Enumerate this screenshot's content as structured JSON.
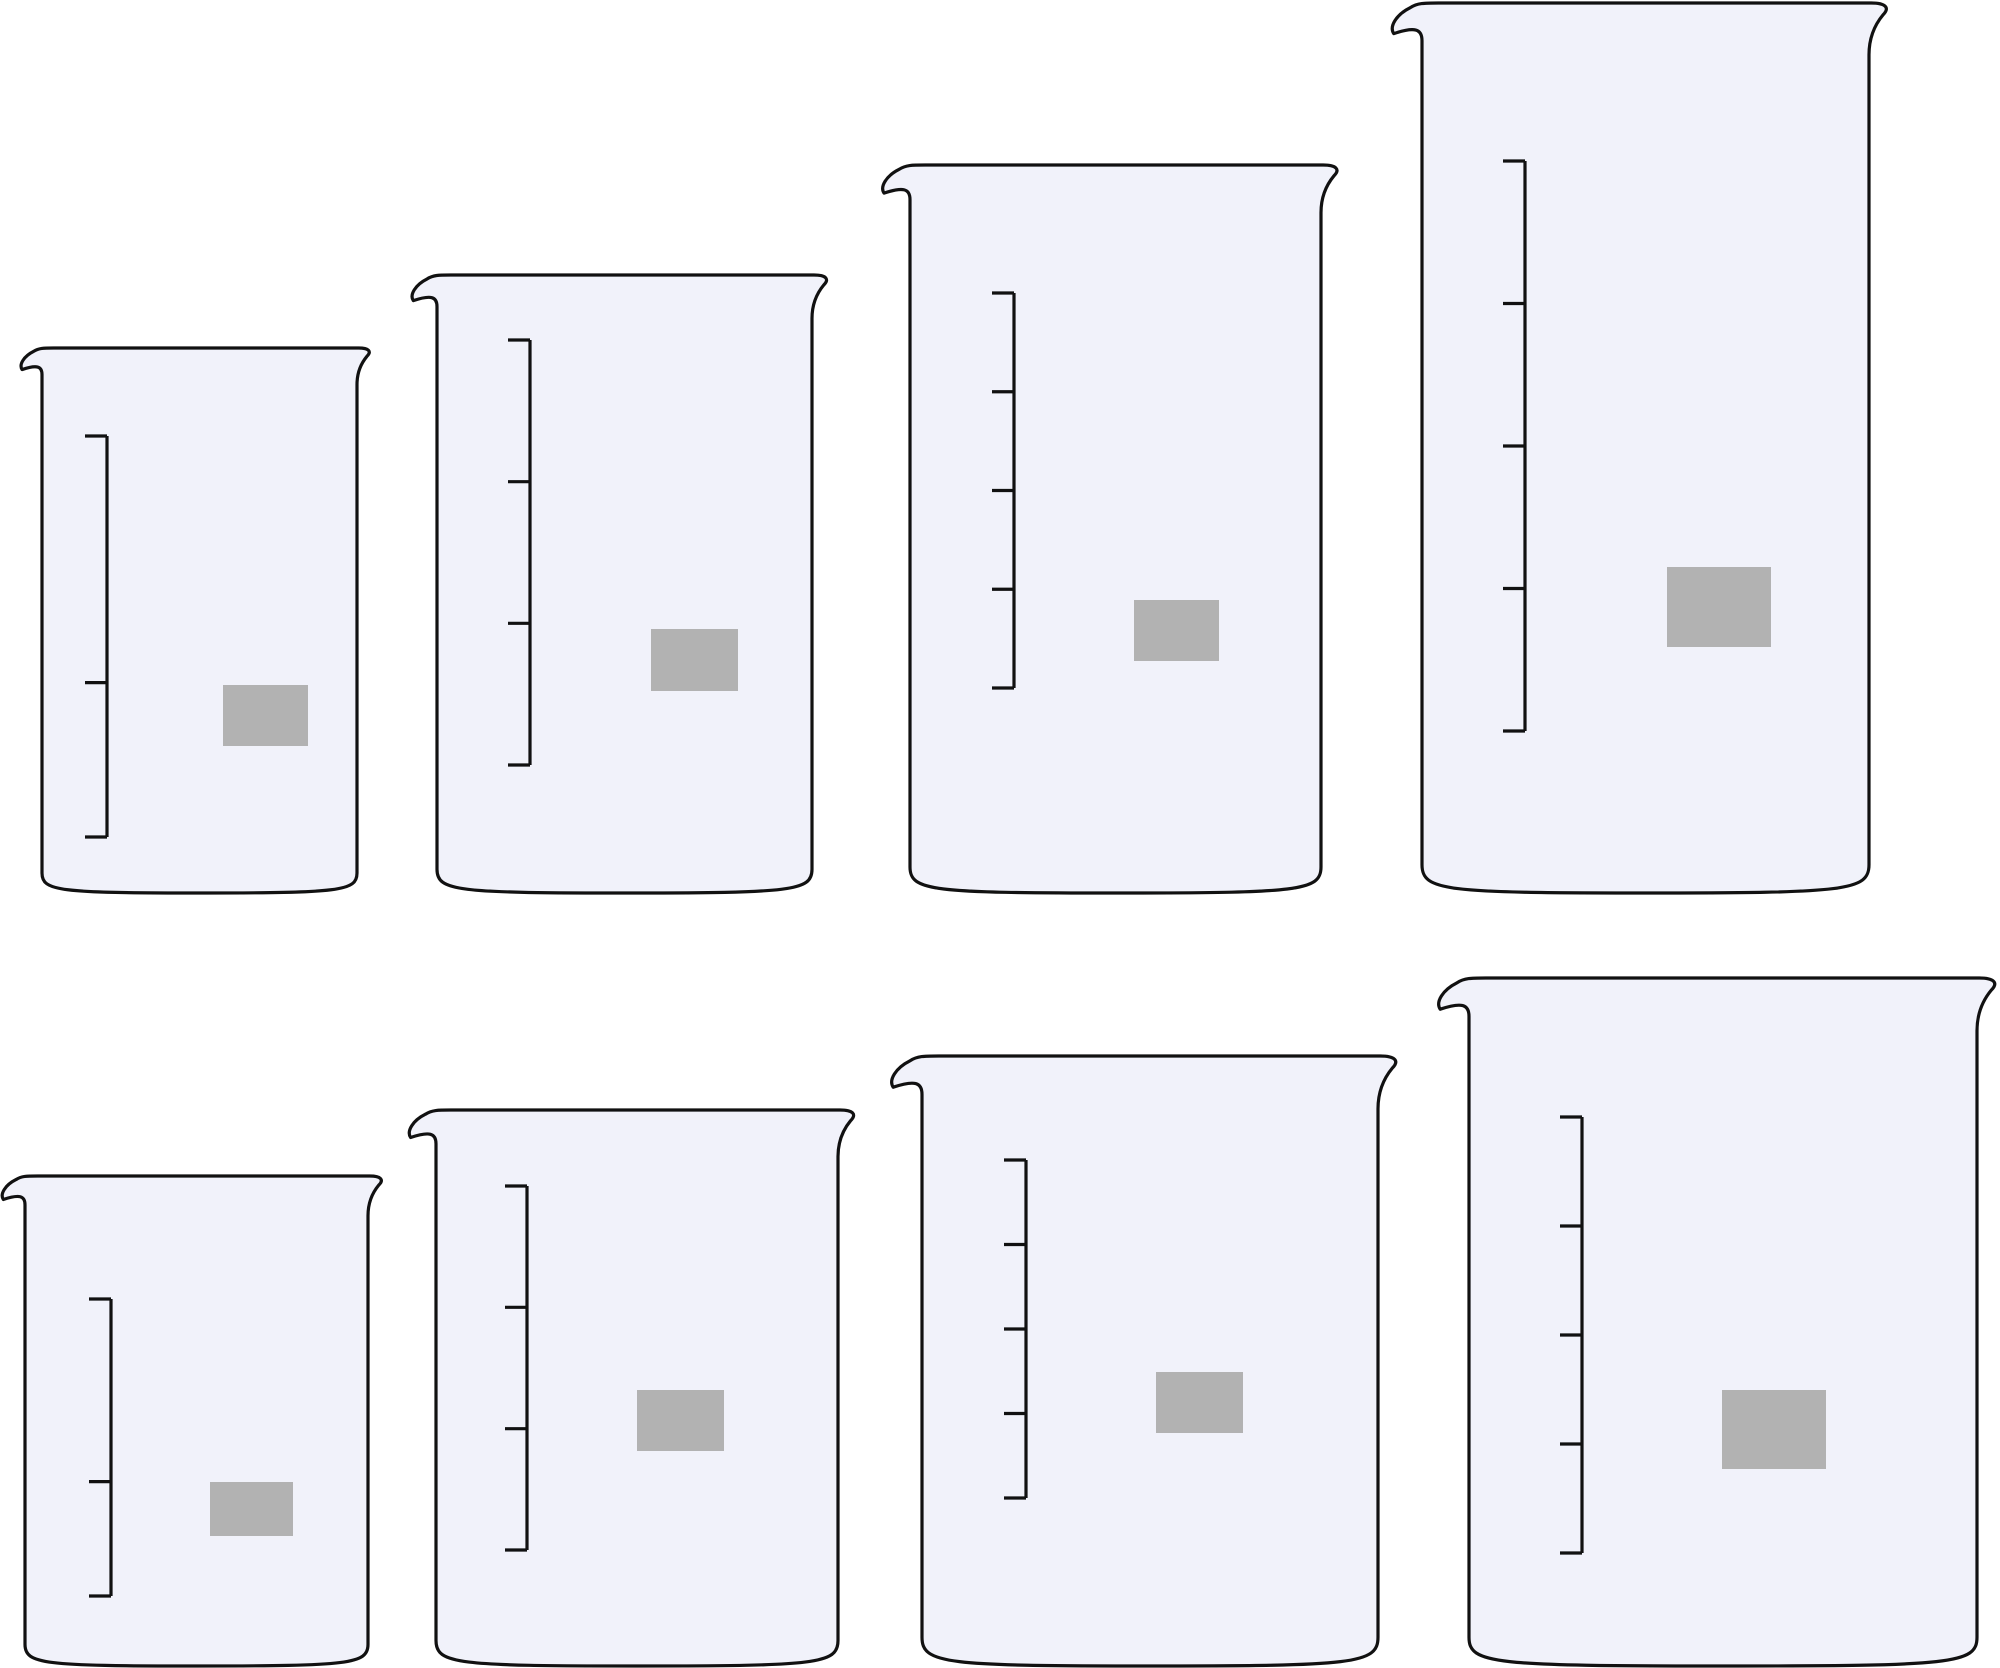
{
  "colors": {
    "glass": "#f1f2fa",
    "stroke": "#111111",
    "label": "#b2b2b2",
    "background": "#ffffff"
  },
  "rows": [
    {
      "name": "top-row",
      "beakers": [
        {
          "name": "beaker-top-1",
          "graduation_marks": 3,
          "label_text": ""
        },
        {
          "name": "beaker-top-2",
          "graduation_marks": 4,
          "label_text": ""
        },
        {
          "name": "beaker-top-3",
          "graduation_marks": 5,
          "label_text": ""
        },
        {
          "name": "beaker-top-4",
          "graduation_marks": 5,
          "label_text": ""
        }
      ]
    },
    {
      "name": "bottom-row",
      "beakers": [
        {
          "name": "beaker-bottom-1",
          "graduation_marks": 3,
          "label_text": ""
        },
        {
          "name": "beaker-bottom-2",
          "graduation_marks": 4,
          "label_text": ""
        },
        {
          "name": "beaker-bottom-3",
          "graduation_marks": 5,
          "label_text": ""
        },
        {
          "name": "beaker-bottom-4",
          "graduation_marks": 5,
          "label_text": ""
        }
      ]
    }
  ]
}
